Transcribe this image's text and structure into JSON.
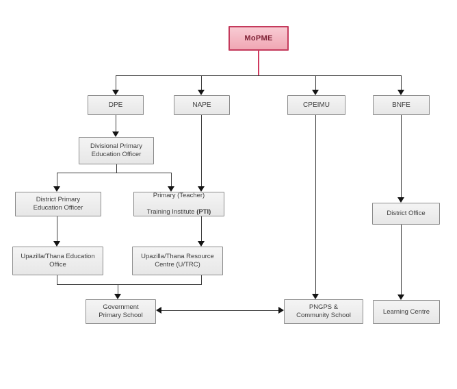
{
  "diagram": {
    "nodes": {
      "mopme": {
        "label": "MoPME"
      },
      "dpe": {
        "label": "DPE"
      },
      "nape": {
        "label": "NAPE"
      },
      "cpeimu": {
        "label": "CPEIMU"
      },
      "bnfe": {
        "label": "BNFE"
      },
      "divisional_primary_education_officer": {
        "label": "Divisional Primary\nEducation Officer"
      },
      "district_primary_education_officer": {
        "label": "District Primary\nEducation Officer"
      },
      "primary_teacher_training_institute": {
        "label_line1": "Primary (Teacher)",
        "label_line2": "Training Institute",
        "label_bold": "(PTI)"
      },
      "upazilla_thana_education_office": {
        "label": "Upazilla/Thana Education\nOffice"
      },
      "upazilla_thana_resource_centre": {
        "label": "Upazilla/Thana Resource\nCentre (U/TRC)"
      },
      "government_primary_school": {
        "label": "Government\nPrimary School"
      },
      "pngps_community_school": {
        "label": "PNGPS &\nCommunity School"
      },
      "district_office": {
        "label": "District Office"
      },
      "learning_centre": {
        "label": "Learning Centre"
      }
    },
    "colors": {
      "root_fill": "#f5bcc6",
      "root_border": "#c43a5c",
      "root_text": "#7e2135",
      "root_stem_line": "#cf3a5f",
      "node_fill": "#f0f0f0",
      "node_border": "#8a8a8a",
      "node_text": "#3d3d3d",
      "connector_line": "#3a3a3a",
      "arrowhead": "#141414",
      "background": "#ffffff"
    }
  }
}
